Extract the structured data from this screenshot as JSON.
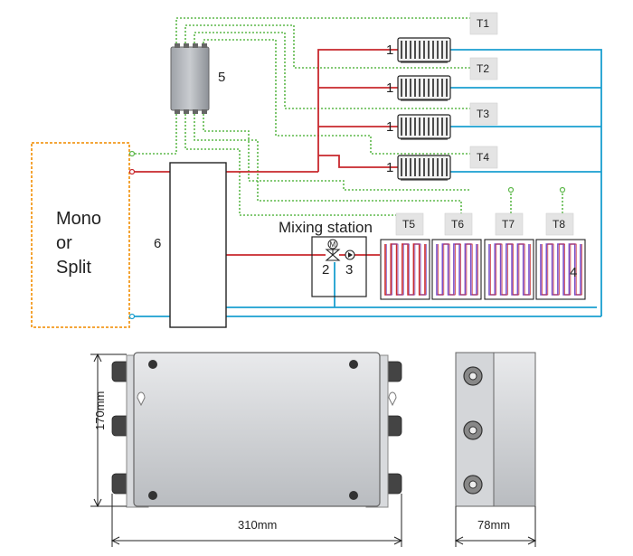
{
  "heat_pump": {
    "line1": "Mono",
    "line2": "or",
    "line3": "Split"
  },
  "labels": {
    "controller": "5",
    "buffer": "6",
    "radiator": "1",
    "valve": "2",
    "pump": "3",
    "floor_loop": "4",
    "mixing_station": "Mixing station",
    "valve_motor": "M"
  },
  "thermostats": [
    "T1",
    "T2",
    "T3",
    "T4",
    "T5",
    "T6",
    "T7",
    "T8"
  ],
  "dimensions": {
    "length": "310mm",
    "height": "170mm",
    "depth": "78mm"
  },
  "colors": {
    "supply": "#c8282d",
    "return": "#1a9fd0",
    "signal": "#5db84a",
    "heat_pump_border": "#f39a1e",
    "floor_loop_hot": "#c8282d",
    "floor_loop_cold": "#7a4fc8"
  }
}
